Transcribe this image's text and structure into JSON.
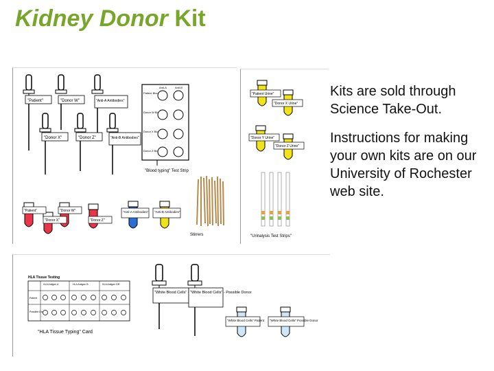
{
  "slide": {
    "title_italic": "Kidney Donor",
    "title_plain": "Kit",
    "paragraphs": [
      "Kits are sold through Science Take-Out.",
      "Instructions for making your own kits are on our University of Rochester web site."
    ]
  },
  "kit_panel": {
    "droppers_top": [
      "\"Patient\"",
      "\"Donor W\"",
      "\"Anti-A Antibodies\""
    ],
    "droppers_mid": [
      "\"Donor X\"",
      "\"Donor Z\"",
      "\"Anti-B Antibodies\""
    ],
    "strip_row_labels": [
      "Patient Blood",
      "Donor W Blood",
      "Donor X Blood",
      "Donor Z Blood"
    ],
    "strip_col_labels": [
      "Anti-A",
      "Anti-B"
    ],
    "strip_caption": "\"Blood typing\" Test Strip",
    "tubes_upper": [
      "\"Patient\"",
      "\"Donor W\""
    ],
    "tubes_lower": [
      "\"Donor X\"",
      "\"Donor Z\""
    ],
    "tubes_right": [
      "\"Anti-A Antibodies\"",
      "\"Anti-B Antibodies\""
    ],
    "stirrers_caption": "Stirrers"
  },
  "urine_panel": {
    "tube_labels": [
      "\"Patient Urine\"",
      "\"Donor X Urine\"",
      "\"Donor Y Urine\"",
      "\"Donor Z Urine\""
    ],
    "caption": "\"Urinalysis Test Strips\""
  },
  "hla_panel": {
    "card_title": "HLA Tissue Testing",
    "card_headers": [
      "HLA Antigen A",
      "HLA Antigen B",
      "HLA Antigen DR"
    ],
    "card_rows": [
      "Patient",
      "Possible Donor"
    ],
    "card_caption": "\"HLA Tissue Typing\" Card",
    "dropper_labels": [
      "\"White Blood Cells\" - Patient",
      "\"White Blood Cells\" - Possible Donor"
    ],
    "tube_labels": [
      "\"White Blood Cells\" Patient",
      "\"White Blood Cells\" Possible Donor"
    ]
  },
  "colors": {
    "title_green": "#77a62a",
    "red_liquid": "#e8354a",
    "blue_liquid": "#2b6fd6",
    "yellow_liquid": "#f2e21a",
    "light_blue_liquid": "#cfe6f5",
    "stirrer_tan": "#b58a4a"
  }
}
